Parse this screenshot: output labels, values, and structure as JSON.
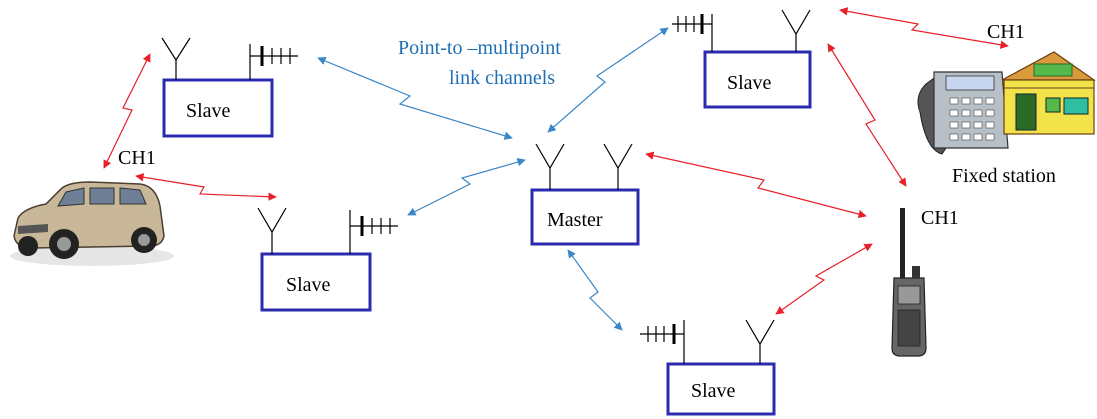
{
  "title_line1": "Point-to –multipoint",
  "title_line2": "link channels",
  "master_label": "Master",
  "slaves": [
    "Slave",
    "Slave",
    "Slave",
    "Slave"
  ],
  "channel_labels": [
    "CH1",
    "CH1",
    "CH1"
  ],
  "fixed_station_label": "Fixed station",
  "colors": {
    "link_blue": "#3a86c8",
    "link_red": "#e8202a",
    "box_border": "#2b2bb0",
    "title_blue": "#1f6fb5"
  },
  "icons": [
    "antenna-icon",
    "yagi-antenna-icon",
    "car-icon",
    "telephone-icon",
    "building-icon",
    "handheld-radio-icon"
  ]
}
